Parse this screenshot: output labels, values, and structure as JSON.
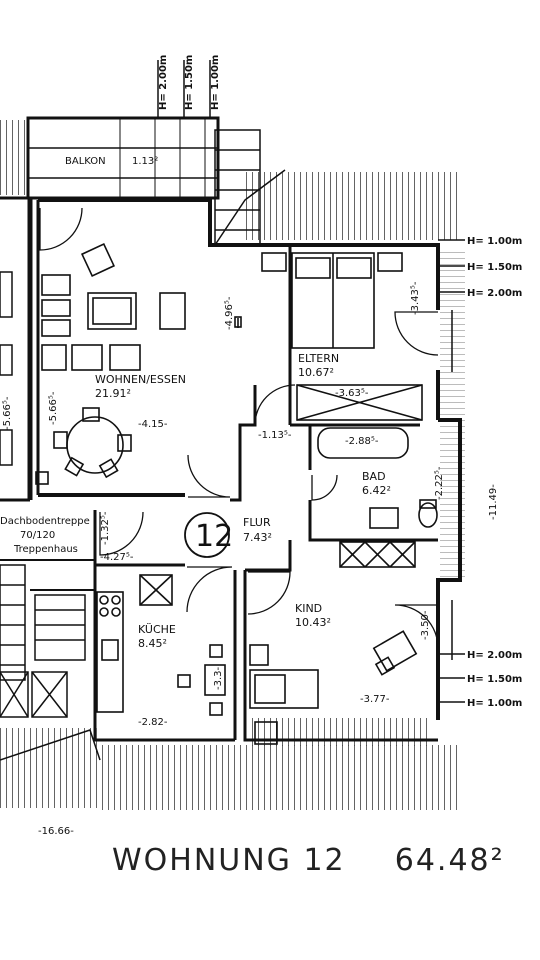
{
  "rooms": {
    "balkon": {
      "name": "BALKON",
      "area": "1.13²"
    },
    "wohnen": {
      "name": "WOHNEN/ESSEN",
      "area": "21.91²"
    },
    "eltern": {
      "name": "ELTERN",
      "area": "10.67²"
    },
    "bad": {
      "name": "BAD",
      "area": "6.42²"
    },
    "flur": {
      "name": "FLUR",
      "area": "7.43²"
    },
    "kueche": {
      "name": "KÜCHE",
      "area": "8.45²"
    },
    "kind": {
      "name": "KIND",
      "area": "10.43²"
    },
    "treppe": {
      "line1": "Dachbodentreppe",
      "line2": "70/120",
      "line3": "Treppenhaus"
    }
  },
  "unit_number": "12",
  "heights_top": [
    "H= 2.00m",
    "H= 1.50m",
    "H= 1.00m"
  ],
  "heights_right_upper": [
    "H= 1.00m",
    "H= 1.50m",
    "H= 2.00m"
  ],
  "heights_right_lower": [
    "H= 2.00m",
    "H= 1.50m",
    "H= 1.00m"
  ],
  "dimensions": {
    "wohnen_w": "-4.15-",
    "wohnen_h1": "-5.66⁵-",
    "wohnen_h2": "-5.66⁵-",
    "wohnen_top": "-4.96⁵-",
    "eltern_h": "-3.43⁵-",
    "eltern_w": "-3.63⁵-",
    "flur_w": "-1.13⁵-",
    "bad_w": "-2.88⁵-",
    "bad_h": "-2.22⁵-",
    "total_h": "-11.49-",
    "entry_h": "-1.32⁵-",
    "entry_w": "-4.27⁵-",
    "kind_h": "-3.50-",
    "kind_w": "-3.77-",
    "kueche_w": "-2.82-",
    "table_w": "-3.3-",
    "total_w": "-16.66-"
  },
  "title": {
    "label": "WOHNUNG 12",
    "area": "64.48²"
  }
}
